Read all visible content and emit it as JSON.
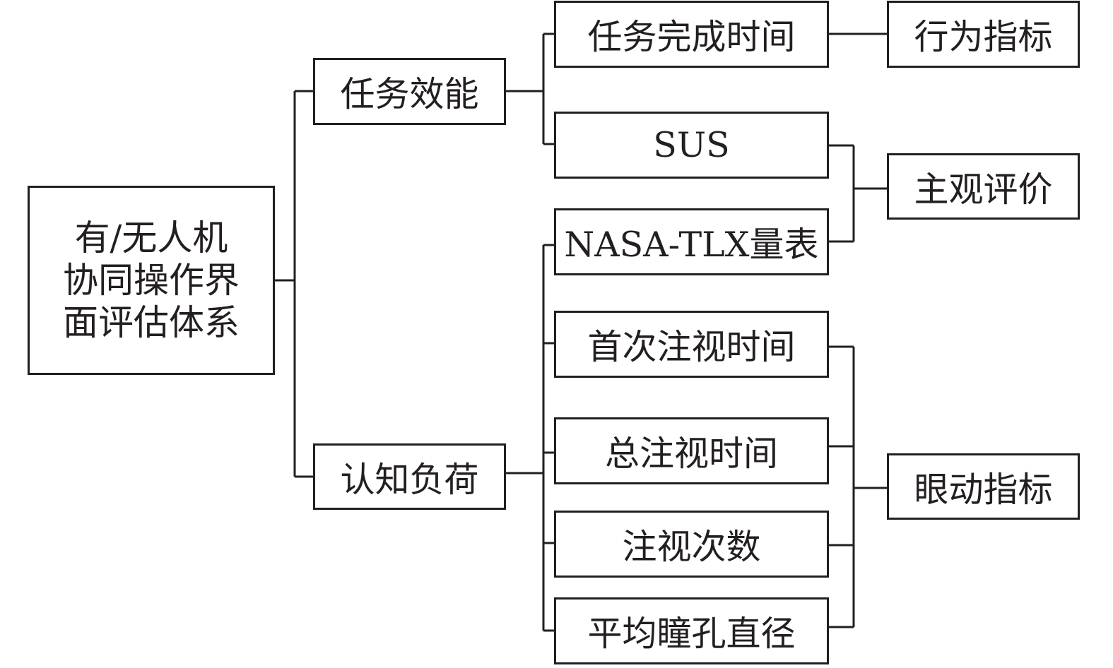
{
  "diagram": {
    "root": {
      "lines": [
        "有/无人机",
        "协同操作界",
        "面评估体系"
      ]
    },
    "categories": [
      {
        "label": "任务效能"
      },
      {
        "label": "认知负荷"
      }
    ],
    "measures": [
      {
        "label": "任务完成时间"
      },
      {
        "label": "SUS"
      },
      {
        "label": "NASA-TLX量表"
      },
      {
        "label": "首次注视时间"
      },
      {
        "label": "总注视时间"
      },
      {
        "label": "注视次数"
      },
      {
        "label": "平均瞳孔直径"
      }
    ],
    "indicator_types": [
      {
        "label": "行为指标"
      },
      {
        "label": "主观评价"
      },
      {
        "label": "眼动指标"
      }
    ],
    "line_color": "#231f20"
  }
}
